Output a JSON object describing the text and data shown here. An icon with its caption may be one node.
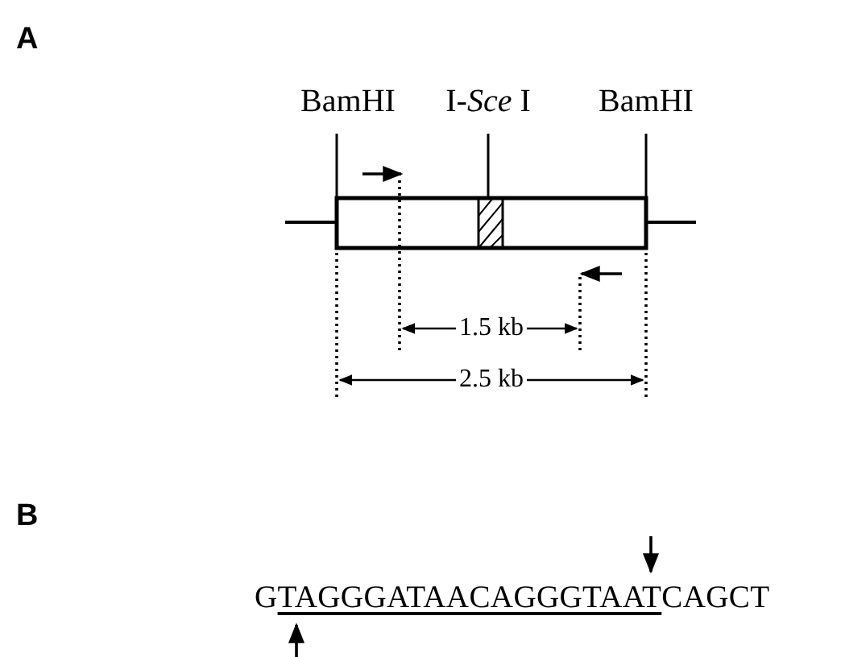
{
  "diagram": {
    "labels": [
      "A",
      "BamHI",
      "I-*Sce* I",
      "BamHI",
      "1.5 kb",
      "2.5 kb",
      "B",
      "GTAGGGATAACAGGGTAATCAGCT"
    ]
  }
}
